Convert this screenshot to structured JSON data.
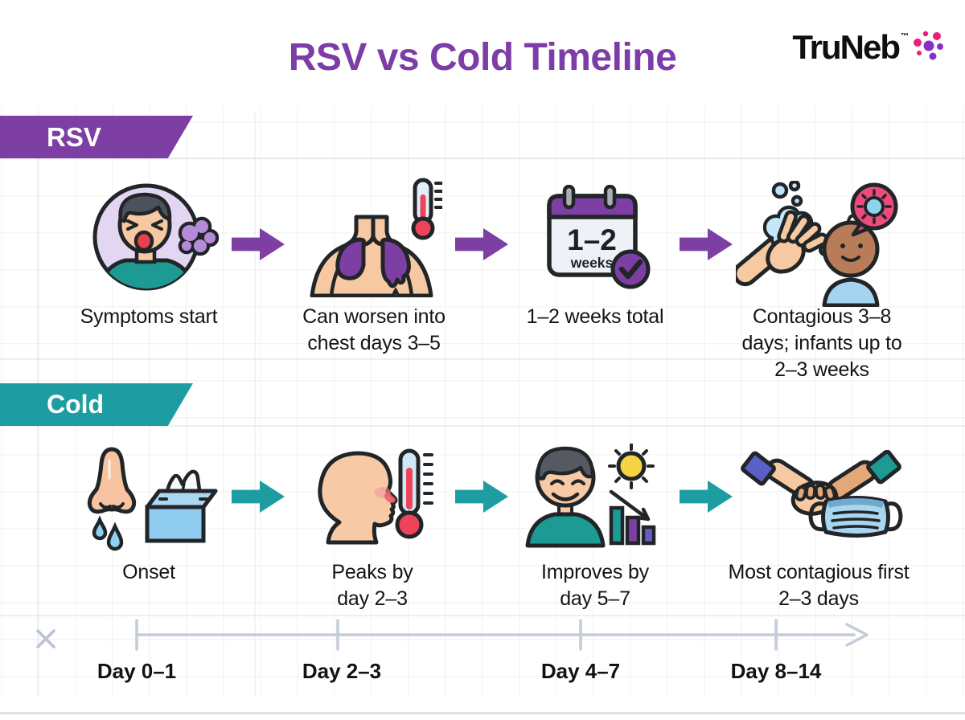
{
  "header": {
    "title": "RSV vs Cold Timeline",
    "brand": "TruNeb",
    "brand_tm": "™"
  },
  "colors": {
    "purple_accent": "#7d3fa4",
    "teal_accent": "#1d9da2",
    "title_purple": "#7c3da6",
    "timeline_gray": "#c4ccd9",
    "text_dark": "#121417"
  },
  "rsv": {
    "banner": "RSV",
    "stages": [
      {
        "icon": "coughing-person-icon",
        "label": "Symptoms start"
      },
      {
        "icon": "chest-infection-thermometer-icon",
        "label": "Can worsen into chest days 3–5"
      },
      {
        "icon": "calendar-1-2-weeks-icon",
        "label": "1–2 weeks total",
        "calendar_value": "1–2",
        "calendar_unit": "weeks"
      },
      {
        "icon": "handwashing-infant-virus-icon",
        "label": "Contagious 3–8 days; infants up to 2–3 weeks"
      }
    ]
  },
  "cold": {
    "banner": "Cold",
    "stages": [
      {
        "icon": "runny-nose-tissue-box-icon",
        "label": "Onset"
      },
      {
        "icon": "fever-head-thermometer-icon",
        "label": "Peaks by day 2–3"
      },
      {
        "icon": "improving-person-sun-chart-icon",
        "label": "Improves by day 5–7"
      },
      {
        "icon": "handshake-face-mask-icon",
        "label": "Most contagious first 2–3 days"
      }
    ]
  },
  "timeline": {
    "ticks": [
      "Day 0–1",
      "Day 2–3",
      "Day 4–7",
      "Day 8–14"
    ]
  }
}
